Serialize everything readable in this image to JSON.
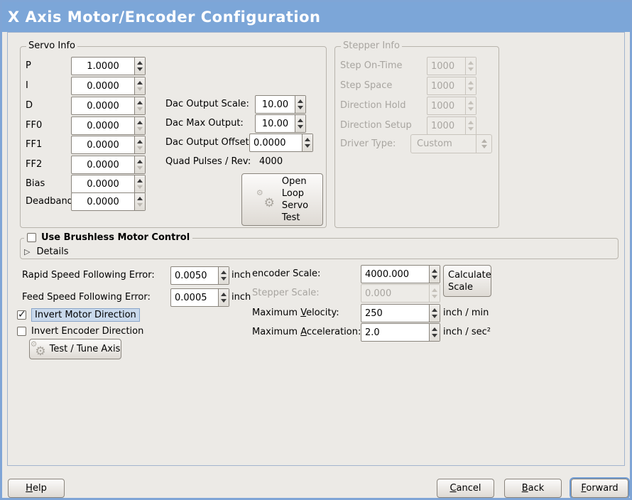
{
  "window": {
    "title": "X Axis Motor/Encoder Configuration"
  },
  "servo": {
    "legend": "Servo Info",
    "fields": [
      {
        "label": "P",
        "value": "1.0000"
      },
      {
        "label": "I",
        "value": "0.0000"
      },
      {
        "label": "D",
        "value": "0.0000"
      },
      {
        "label": "FF0",
        "value": "0.0000"
      },
      {
        "label": "FF1",
        "value": "0.0000"
      },
      {
        "label": "FF2",
        "value": "0.0000"
      },
      {
        "label": "Bias",
        "value": "0.0000"
      },
      {
        "label": "Deadband",
        "value": "0.0000"
      }
    ]
  },
  "dac": {
    "scale": {
      "label": "Dac Output Scale:",
      "value": "10.00"
    },
    "max_output": {
      "label": "Dac Max Output:",
      "value": "10.00"
    },
    "offset": {
      "label": "Dac Output Offset:",
      "value": "0.0000"
    },
    "quad": {
      "label": "Quad Pulses / Rev:",
      "value": "4000"
    },
    "open_loop_button": {
      "lines": [
        "Open",
        "Loop",
        "Servo",
        "Test"
      ]
    }
  },
  "stepper": {
    "legend": "Stepper Info",
    "fields": [
      {
        "label": "Step On-Time",
        "value": "1000"
      },
      {
        "label": "Step Space",
        "value": "1000"
      },
      {
        "label": "Direction Hold",
        "value": "1000"
      },
      {
        "label": "Direction Setup",
        "value": "1000"
      }
    ],
    "driver_type": {
      "label": "Driver Type:",
      "value": "Custom"
    }
  },
  "brushless": {
    "label": "Use Brushless Motor Control",
    "checked": false,
    "details": "Details"
  },
  "following_error": [
    {
      "label": "Rapid Speed Following Error:",
      "value": "0.0050",
      "unit": "inch"
    },
    {
      "label": "Feed Speed Following Error:",
      "value": "0.0005",
      "unit": "inch"
    }
  ],
  "direction": {
    "invert_motor": {
      "label": "Invert Motor Direction",
      "checked": true
    },
    "invert_encoder": {
      "label": "Invert Encoder Direction",
      "checked": false
    },
    "test_tune_button": {
      "label": "Test / Tune Axis"
    }
  },
  "scaling": {
    "encoder": {
      "label": "encoder Scale:",
      "value": "4000.000"
    },
    "stepper": {
      "label": "Stepper Scale:",
      "value": "0.000"
    },
    "calculate_button": {
      "lines": [
        "Calculate",
        "Scale"
      ]
    },
    "velocity": {
      "label_pre": "Maximum ",
      "label_key": "V",
      "label_post": "elocity:",
      "value": "250",
      "unit": "inch / min"
    },
    "acceleration": {
      "label_pre": "Maximum ",
      "label_key": "A",
      "label_post": "cceleration:",
      "value": "2.0",
      "unit": "inch / sec²"
    }
  },
  "footer": {
    "help": {
      "key": "H",
      "rest": "elp"
    },
    "cancel": {
      "key": "C",
      "rest": "ancel"
    },
    "back": {
      "key": "B",
      "rest": "ack"
    },
    "forward": {
      "key": "F",
      "rest": "orward"
    }
  },
  "icons": {
    "gear": "⚙",
    "expander_triangle": "▷"
  },
  "colors": {
    "titlebar": "#7CA6D8",
    "window_border": "#7FA5D6",
    "background": "#ECEAE6",
    "focus_ring": "#6F9BD2",
    "selection_highlight": "#C9D9EC",
    "disabled_text": "#A8A5A0"
  }
}
